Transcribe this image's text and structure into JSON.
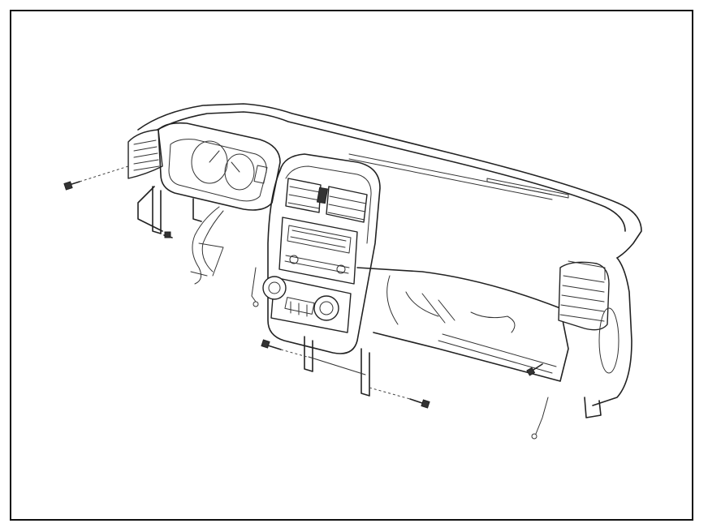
{
  "figure": {
    "frame_color": "#111111",
    "line_color": "#222222",
    "background_color": "#ffffff",
    "parts": [
      "dashboard-top-cover",
      "defroster-strip",
      "instrument-cluster",
      "left-side-vent",
      "center-vents",
      "audio-unit",
      "climate-control-panel",
      "right-side-vent",
      "glove-box-area",
      "wiring-harness",
      "mounting-brackets",
      "mounting-bolts"
    ]
  }
}
